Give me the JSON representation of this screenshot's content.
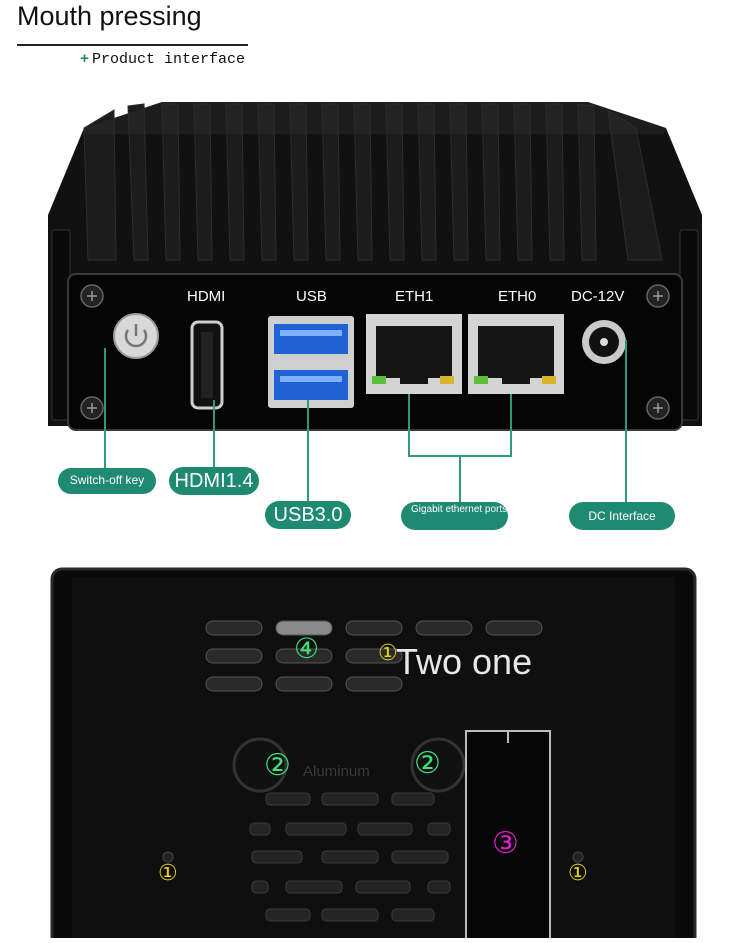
{
  "header": {
    "title": "Mouth pressing",
    "subtitle": "Product interface",
    "plus": "+"
  },
  "front_panel": {
    "port_labels": {
      "hdmi": "HDMI",
      "usb": "USB",
      "eth1": "ETH1",
      "eth0": "ETH0",
      "dc": "DC-12V"
    },
    "callouts": {
      "switch": "Switch-off key",
      "hdmi": "HDMI1.4",
      "usb": "USB3.0",
      "ethernet": "Gigabit ethernet ports",
      "dc": "DC Interface"
    }
  },
  "bottom_panel": {
    "overlay_text": "Two one",
    "engraving": "Aluminum",
    "markers": {
      "m1": "①",
      "m2": "②",
      "m3": "③",
      "m4": "④"
    }
  },
  "colors": {
    "accent": "#1f8a72",
    "marker_yellow": "#e6d21e",
    "marker_green": "#3ee07a",
    "marker_magenta": "#e01ecf",
    "device": "#0c0c0c"
  }
}
